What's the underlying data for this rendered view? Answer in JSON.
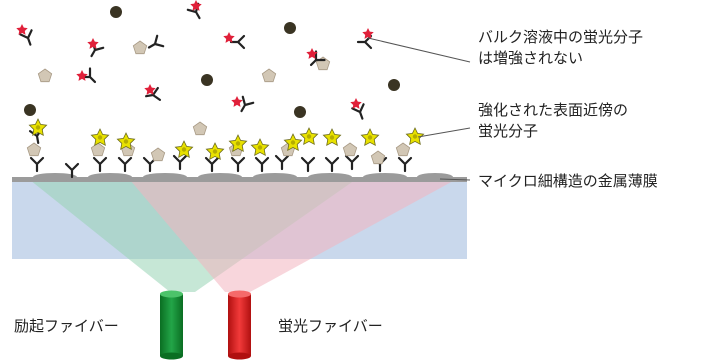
{
  "labels": {
    "bulk_line1": "バルク溶液中の蛍光分子",
    "bulk_line2": "は増強されない",
    "surface_line1": "強化された表面近傍の",
    "surface_line2": "蛍光分子",
    "film": "マイクロ細構造の金属薄膜",
    "excitation_fiber": "励起ファイバー",
    "fluorescence_fiber": "蛍光ファイバー"
  },
  "colors": {
    "substrate": "#c9d8ec",
    "metal_film": "#9b9b9b",
    "excitation": "#0e8a2e",
    "fluorescence": "#d81b1b",
    "excitation_beam": "#98d3b4",
    "fluorescence_beam": "#f2b5bf",
    "dark_particle": "#3a3423",
    "pentagon": "#d2c7b5",
    "star": "#e8e100",
    "red_star": "#e0203a"
  },
  "icons": {
    "antibody": "y-antibody-icon",
    "fluorophore": "fluorescent-star-icon",
    "bulk_fluorophore": "red-star-icon",
    "analyte": "pentagon-icon",
    "quencher": "dark-particle-icon"
  }
}
